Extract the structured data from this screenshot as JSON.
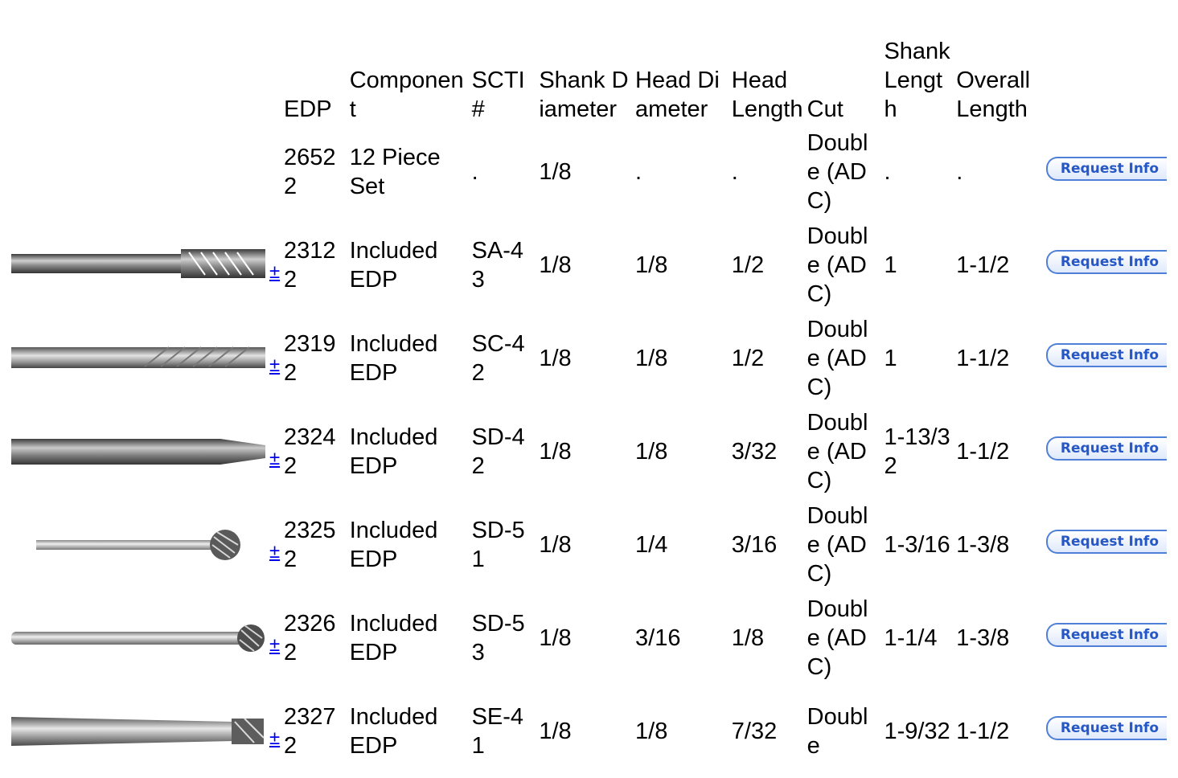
{
  "headers": {
    "edp": "EDP",
    "component": "Component",
    "scti": "SCTI #",
    "shank_diameter": "Shank Diameter",
    "head_diameter": "Head Diameter",
    "head_length": "Head Length",
    "cut": "Cut",
    "shank_length": "Shank Length",
    "overall_length": "Overall Length"
  },
  "rows": [
    {
      "edp": "26522",
      "component": "12 Piece Set",
      "scti": ".",
      "shank_diameter": "1/8",
      "head_diameter": ".",
      "head_length": ".",
      "cut": "Double (ADC)",
      "shank_length": ".",
      "overall_length": ".",
      "button": "Request Info"
    },
    {
      "edp": "23122",
      "component": "Included EDP",
      "scti": "SA-43",
      "shank_diameter": "1/8",
      "head_diameter": "1/8",
      "head_length": "1/2",
      "cut": "Double (ADC)",
      "shank_length": "1",
      "overall_length": "1-1/2",
      "button": "Request Info",
      "expand": "±"
    },
    {
      "edp": "23192",
      "component": "Included EDP",
      "scti": "SC-42",
      "shank_diameter": "1/8",
      "head_diameter": "1/8",
      "head_length": "1/2",
      "cut": "Double (ADC)",
      "shank_length": "1",
      "overall_length": "1-1/2",
      "button": "Request Info",
      "expand": "±"
    },
    {
      "edp": "23242",
      "component": "Included EDP",
      "scti": "SD-42",
      "shank_diameter": "1/8",
      "head_diameter": "1/8",
      "head_length": "3/32",
      "cut": "Double (ADC)",
      "shank_length": "1-13/32",
      "overall_length": "1-1/2",
      "button": "Request Info",
      "expand": "±"
    },
    {
      "edp": "23252",
      "component": "Included EDP",
      "scti": "SD-51",
      "shank_diameter": "1/8",
      "head_diameter": "1/4",
      "head_length": "3/16",
      "cut": "Double (ADC)",
      "shank_length": "1-3/16",
      "overall_length": "1-3/8",
      "button": "Request Info",
      "expand": "±"
    },
    {
      "edp": "23262",
      "component": "Included EDP",
      "scti": "SD-53",
      "shank_diameter": "1/8",
      "head_diameter": "3/16",
      "head_length": "1/8",
      "cut": "Double (ADC)",
      "shank_length": "1-1/4",
      "overall_length": "1-3/8",
      "button": "Request Info",
      "expand": "±"
    },
    {
      "edp": "23272",
      "component": "Included EDP",
      "scti": "SE-41",
      "shank_diameter": "1/8",
      "head_diameter": "1/8",
      "head_length": "7/32",
      "cut": "Double",
      "shank_length": "1-9/32",
      "overall_length": "1-1/2",
      "button": "Request Info",
      "expand": "±"
    }
  ],
  "icons": {
    "row1": "burr-sa43-image",
    "row2": "burr-sc42-image",
    "row3": "burr-sd42-image",
    "row4": "burr-sd51-image",
    "row5": "burr-sd53-image",
    "row6": "burr-se41-image"
  },
  "colors": {
    "link": "#0000ee",
    "button_text": "#2557c7",
    "button_border": "#4f7fd6"
  }
}
